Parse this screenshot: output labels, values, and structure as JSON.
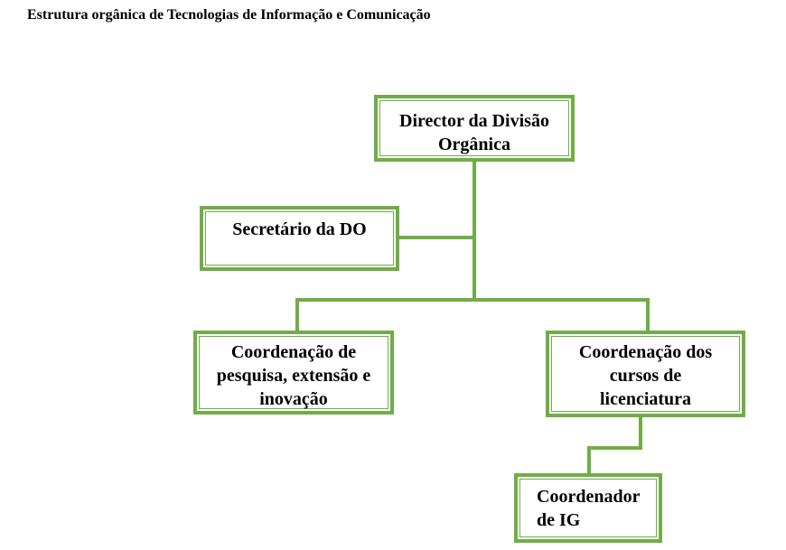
{
  "title": "Estrutura orgânica de Tecnologias de Informação e Comunicação",
  "colors": {
    "accent": "#70ad47"
  },
  "nodes": {
    "director": "Director da Divisão Orgânica",
    "secretario": "Secretário da DO",
    "pesquisa": "Coordenação de pesquisa, extensão e inovação",
    "cursos": "Coordenação dos cursos de licenciatura",
    "coordenador_ig": "Coordenador de IG"
  }
}
